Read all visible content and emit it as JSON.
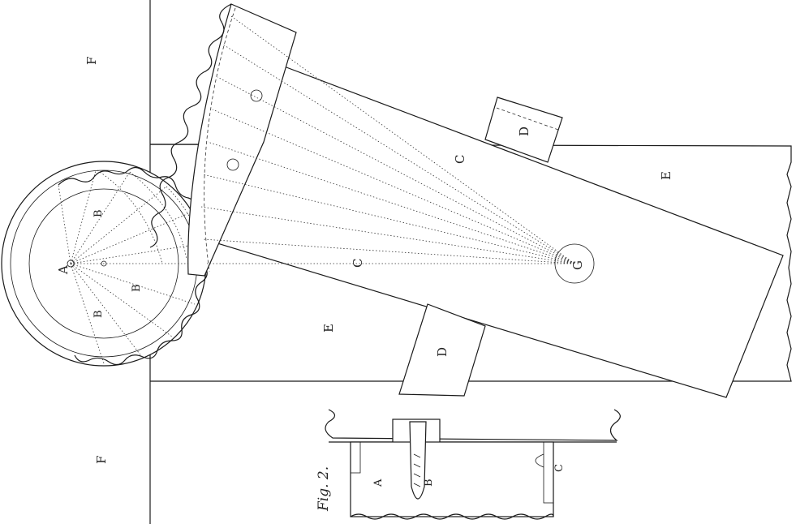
{
  "figure_caption": "Fig. 2.",
  "labels": {
    "F_top": "F",
    "F_bottom": "F",
    "A_wheel": "A",
    "B_upper": "B",
    "B_lower_left": "B",
    "B_lower_right": "B",
    "C_upper": "C",
    "C_lower": "C",
    "D_upper": "D",
    "D_lower": "D",
    "E_right": "E",
    "E_left": "E",
    "G_pivot": "G",
    "fig2_A": "A",
    "fig2_B": "B",
    "fig2_C": "C"
  },
  "colors": {
    "ink": "#1a1a1a",
    "paper": "#ffffff"
  }
}
